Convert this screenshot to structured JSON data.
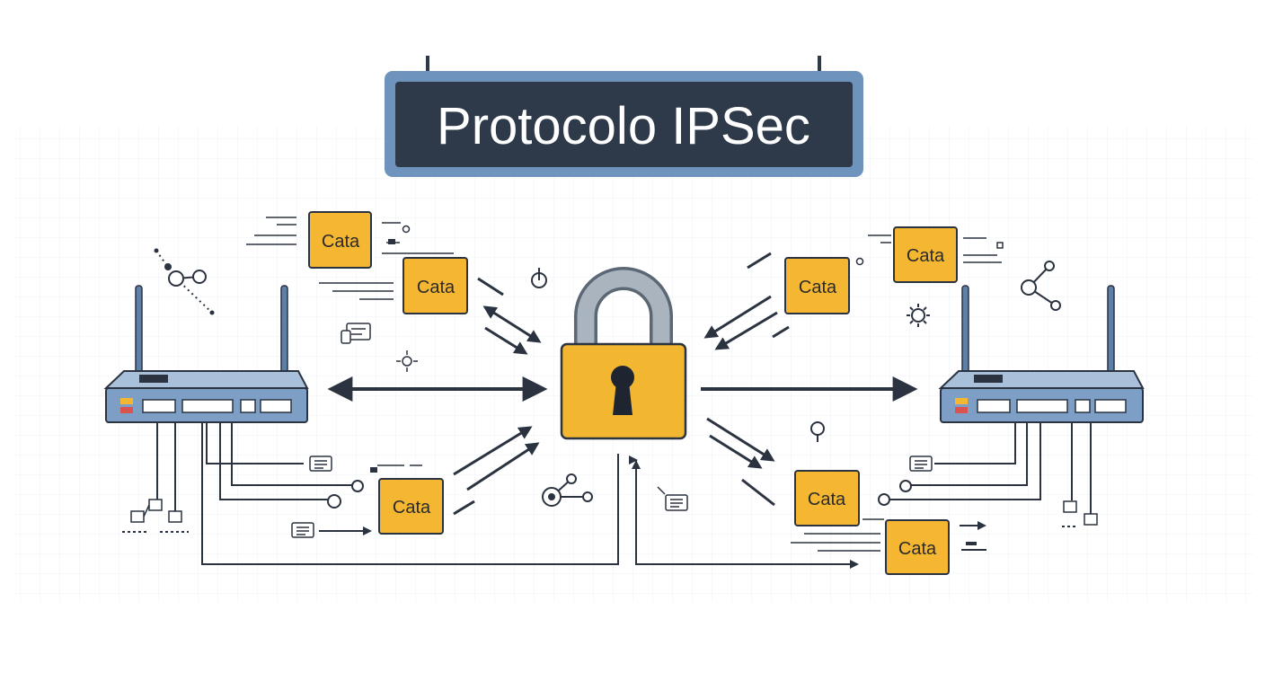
{
  "title": "Protocolo IPSec",
  "packet_label": "Cata",
  "packets": [
    {
      "id": "packet-left-1",
      "label": "Cata"
    },
    {
      "id": "packet-left-2",
      "label": "Cata"
    },
    {
      "id": "packet-left-3",
      "label": "Cata"
    },
    {
      "id": "packet-right-1",
      "label": "Cata"
    },
    {
      "id": "packet-right-2",
      "label": "Cata"
    },
    {
      "id": "packet-right-3",
      "label": "Cata"
    },
    {
      "id": "packet-right-4",
      "label": "Cata"
    }
  ],
  "colors": {
    "sign_frame": "#6e93bd",
    "sign_panel": "#2e3a4a",
    "packet_fill": "#f5b731",
    "lock_body": "#f2b631",
    "shackle": "#9aa6b2",
    "router": "#7d9fc6",
    "arrow": "#2b3340"
  },
  "icons": [
    "padlock-icon",
    "router-icon",
    "document-icon",
    "network-node-icon",
    "gear-icon",
    "timer-icon"
  ]
}
